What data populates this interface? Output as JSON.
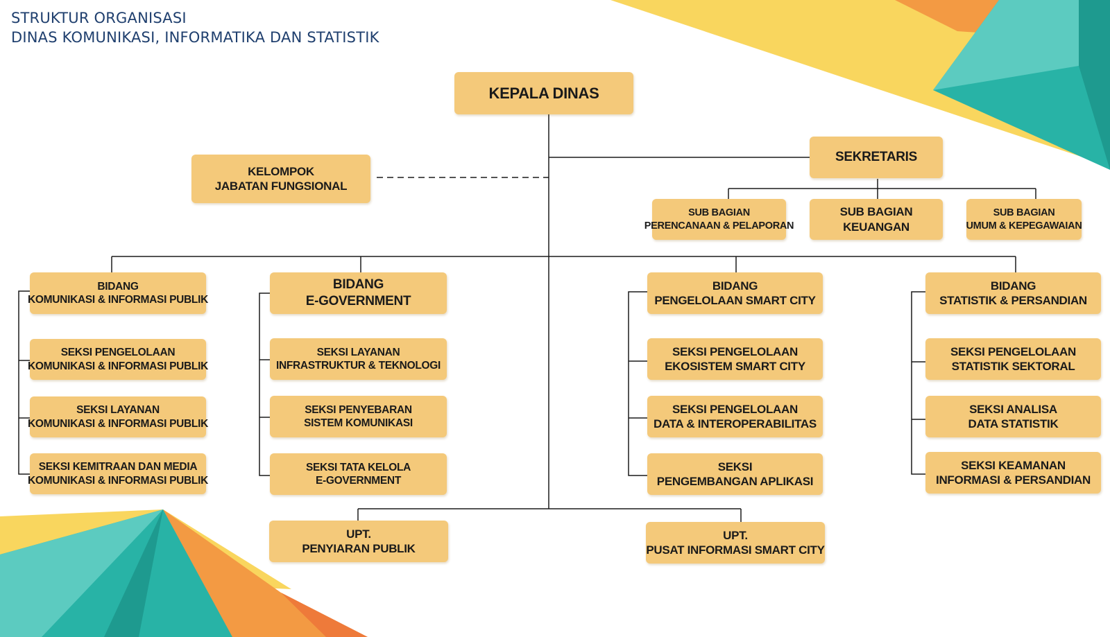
{
  "header": {
    "line1": "STRUKTUR ORGANISASI",
    "line2": "DINAS KOMUNIKASI, INFORMATIKA DAN STATISTIK"
  },
  "colors": {
    "box": "#f4c97a",
    "title": "#1f3f6e",
    "line": "#1a1a1a",
    "teal": "#2bb5a8",
    "yellow": "#f9d65e",
    "orange": "#f39a43"
  },
  "org": {
    "kepala": "KEPALA DINAS",
    "sekretaris": "SEKRETARIS",
    "kelompok": [
      "KELOMPOK",
      "JABATAN FUNGSIONAL"
    ],
    "subbagian": [
      [
        "SUB BAGIAN",
        "PERENCANAAN &  PELAPORAN"
      ],
      [
        "SUB BAGIAN",
        "KEUANGAN"
      ],
      [
        "SUB BAGIAN",
        "UMUM & KEPEGAWAIAN"
      ]
    ],
    "bidang": [
      {
        "title": [
          "BIDANG",
          "KOMUNIKASI & INFORMASI PUBLIK"
        ],
        "seksi": [
          [
            "SEKSI PENGELOLAAN",
            "KOMUNIKASI  & INFORMASI PUBLIK"
          ],
          [
            "SEKSI LAYANAN",
            "KOMUNIKASI  & INFORMASI  PUBLIK"
          ],
          [
            "SEKSI KEMITRAAN DAN MEDIA",
            "KOMUNIKASI & INFORMASI PUBLIK"
          ]
        ]
      },
      {
        "title": [
          "BIDANG",
          "E-GOVERNMENT"
        ],
        "seksi": [
          [
            "SEKSI LAYANAN",
            "INFRASTRUKTUR & TEKNOLOGI"
          ],
          [
            "SEKSI PENYEBARAN",
            "SISTEM KOMUNIKASI"
          ],
          [
            "SEKSI TATA KELOLA",
            "E-GOVERNMENT"
          ]
        ]
      },
      {
        "title": [
          "BIDANG",
          "PENGELOLAAN SMART CITY"
        ],
        "seksi": [
          [
            "SEKSI PENGELOLAAN",
            "EKOSISTEM SMART CITY"
          ],
          [
            "SEKSI PENGELOLAAN",
            "DATA & INTEROPERABILITAS"
          ],
          [
            "SEKSI",
            "PENGEMBANGAN APLIKASI"
          ]
        ]
      },
      {
        "title": [
          "BIDANG",
          "STATISTIK & PERSANDIAN"
        ],
        "seksi": [
          [
            "SEKSI PENGELOLAAN",
            "STATISTIK SEKTORAL"
          ],
          [
            "SEKSI ANALISA",
            "DATA STATISTIK"
          ],
          [
            "SEKSI KEAMANAN",
            "INFORMASI & PERSANDIAN"
          ]
        ]
      }
    ],
    "upt": [
      [
        "UPT.",
        "PENYIARAN PUBLIK"
      ],
      [
        "UPT.",
        "PUSAT INFORMASI SMART CITY"
      ]
    ]
  }
}
